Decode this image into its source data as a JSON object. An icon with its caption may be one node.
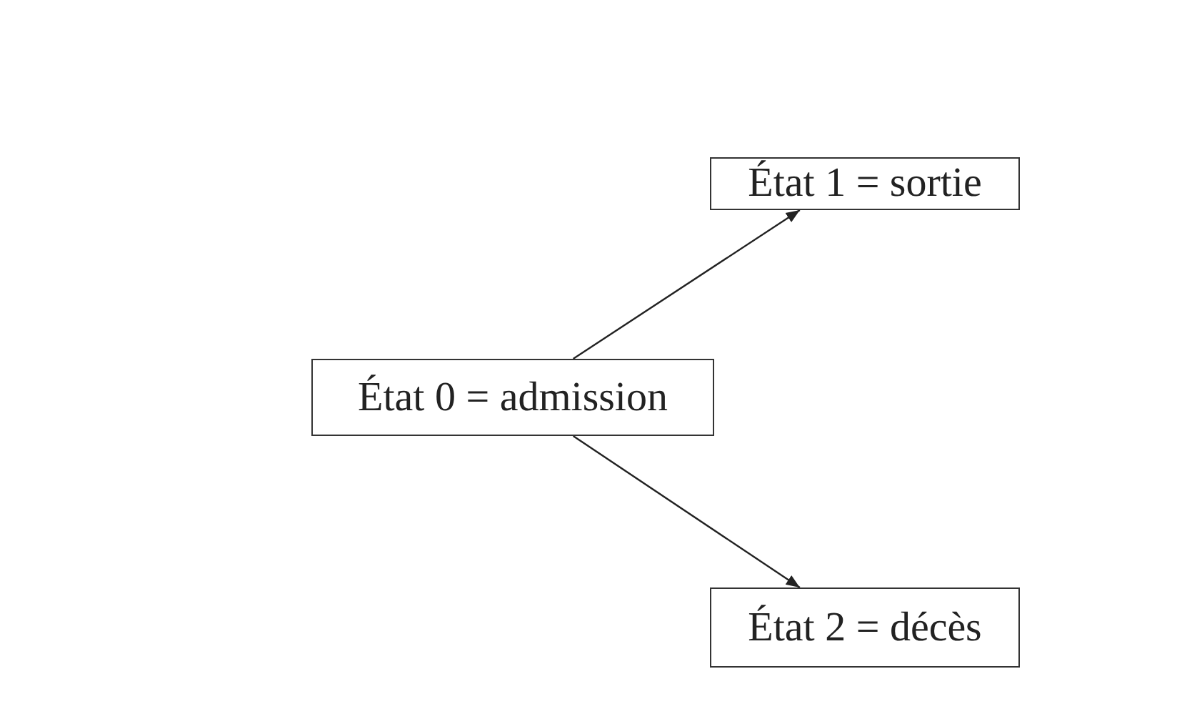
{
  "diagram": {
    "nodes": [
      {
        "text": [
          "État 0 = admission"
        ]
      },
      {
        "text": [
          "État 1 = sortie"
        ]
      },
      {
        "text": [
          "État 2 = décès"
        ]
      }
    ],
    "edges": [
      {
        "from": 0,
        "to": 1,
        "arrow": "to"
      },
      {
        "from": 0,
        "to": 2,
        "arrow": "to"
      }
    ]
  }
}
